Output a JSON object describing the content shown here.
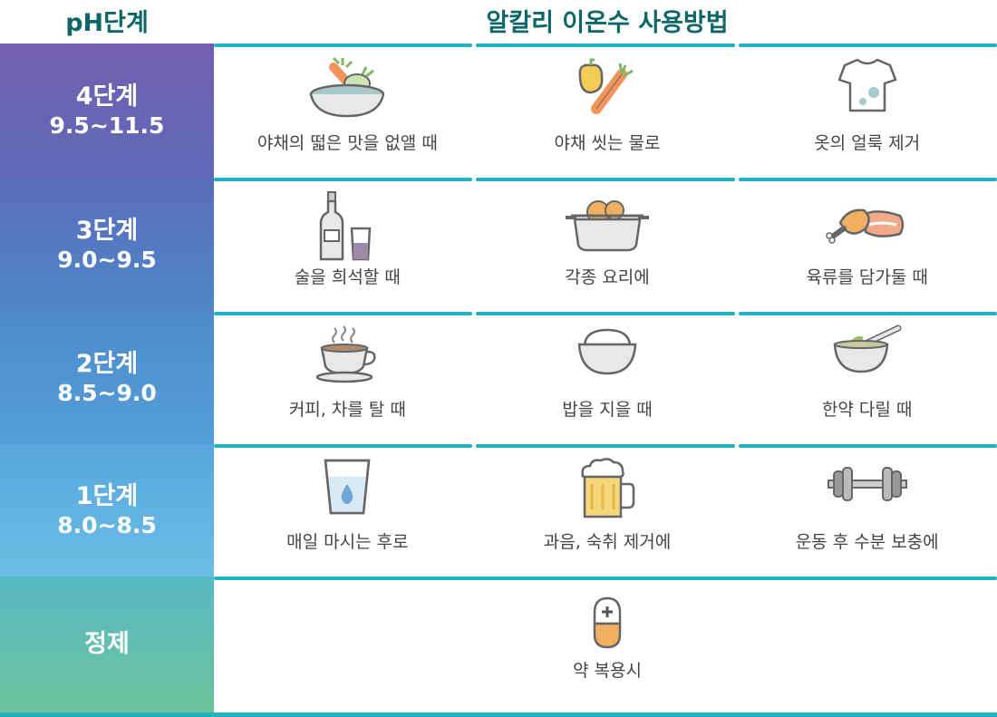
{
  "header": {
    "left": "pH단계",
    "right": "알칼리 이온수 사용방법"
  },
  "rows": [
    {
      "level": "4단계",
      "range": "9.5~11.5",
      "gradient": [
        "#735fb0",
        "#5f69b8"
      ],
      "items": [
        {
          "icon": "vegetable-bowl-icon",
          "text": "야채의 떫은 맛을 없앨 때"
        },
        {
          "icon": "vegetables-icon",
          "text": "야채 씻는 물로"
        },
        {
          "icon": "stained-shirt-icon",
          "text": "옷의 얼룩 제거"
        }
      ]
    },
    {
      "level": "3단계",
      "range": "9.0~9.5",
      "gradient": [
        "#5a6cbc",
        "#4f86c8"
      ],
      "items": [
        {
          "icon": "liquor-bottle-glass-icon",
          "text": "술을 희석할 때"
        },
        {
          "icon": "cooking-pot-icon",
          "text": "각종 요리에"
        },
        {
          "icon": "meat-icon",
          "text": "육류를 담가둘 때"
        }
      ]
    },
    {
      "level": "2단계",
      "range": "8.5~9.0",
      "gradient": [
        "#4d8bcc",
        "#539fd9"
      ],
      "items": [
        {
          "icon": "coffee-cup-icon",
          "text": "커피, 차를 탈 때"
        },
        {
          "icon": "rice-bowl-icon",
          "text": "밥을 지을 때"
        },
        {
          "icon": "mortar-herbs-icon",
          "text": "한약 다릴 때"
        }
      ]
    },
    {
      "level": "1단계",
      "range": "8.0~8.5",
      "gradient": [
        "#58a6dd",
        "#6cbee6"
      ],
      "items": [
        {
          "icon": "water-glass-icon",
          "text": "매일 마시는 후로"
        },
        {
          "icon": "beer-mug-icon",
          "text": "과음, 숙취 제거에"
        },
        {
          "icon": "dumbbell-icon",
          "text": "운동 후 수분 보충에"
        }
      ]
    },
    {
      "level": "정제",
      "range": "",
      "gradient": [
        "#59b9c5",
        "#6cc39a"
      ],
      "items": [
        {
          "icon": "pill-capsule-icon",
          "text": "약 복용시"
        }
      ]
    }
  ],
  "colors": {
    "accent": "#23b3be",
    "title": "#0e6669",
    "text": "#444444"
  }
}
